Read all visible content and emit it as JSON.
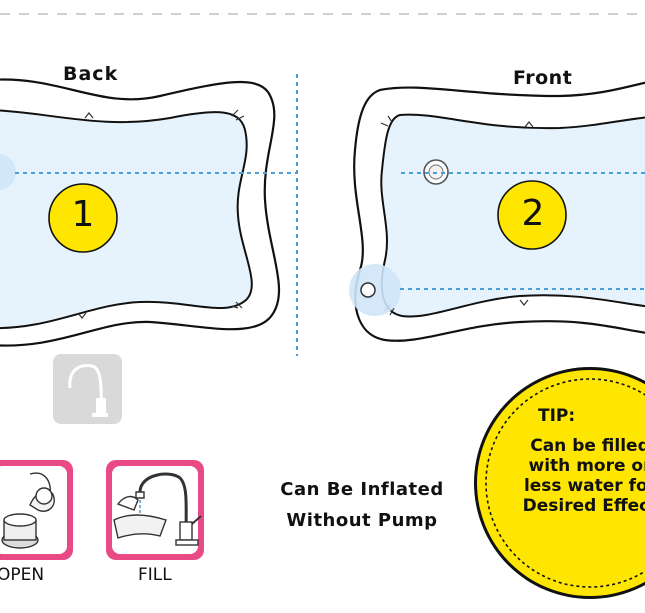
{
  "labels": {
    "back": "Back",
    "front": "Front",
    "number_back": "1",
    "number_front": "2"
  },
  "inflate": {
    "line1": "Can Be Inflated",
    "line2": "Without Pump"
  },
  "tip": {
    "title": "TIP:",
    "line1": "Can be filled",
    "line2": "with more or",
    "line3": "less water for",
    "line4": "Desired Effect"
  },
  "steps": {
    "open_caption": "OPEN",
    "fill_caption": "FILL"
  },
  "colors": {
    "water": "#e6f3fc",
    "dashed_guide": "#4a9fd6",
    "badge_yellow": "#ffe600",
    "step_pink": "#e94a86",
    "faucet_grey": "#d9d9d9"
  },
  "icons": [
    "faucet-icon",
    "valve-cap-icon",
    "faucet-fill-icon",
    "air-valve-icon",
    "water-cap-icon"
  ]
}
